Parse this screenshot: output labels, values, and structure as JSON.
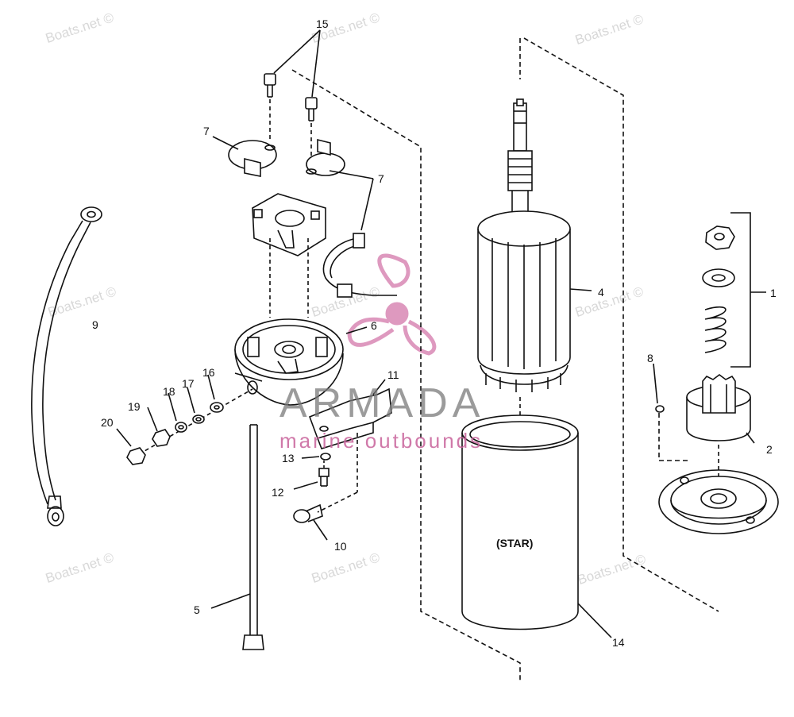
{
  "watermark": {
    "text": "Boats.net ©"
  },
  "brand": {
    "name": "ARMADA",
    "tagline": "marine outbounds",
    "color": "#c8629b"
  },
  "housing_label": "(STAR)",
  "callouts": {
    "c1": "1",
    "c2": "2",
    "c4": "4",
    "c5": "5",
    "c6": "6",
    "c7a": "7",
    "c7b": "7",
    "c8": "8",
    "c9": "9",
    "c10": "10",
    "c11": "11",
    "c12": "12",
    "c13": "13",
    "c14": "14",
    "c15": "15",
    "c16": "16",
    "c17": "17",
    "c18": "18",
    "c19": "19",
    "c20": "20"
  }
}
